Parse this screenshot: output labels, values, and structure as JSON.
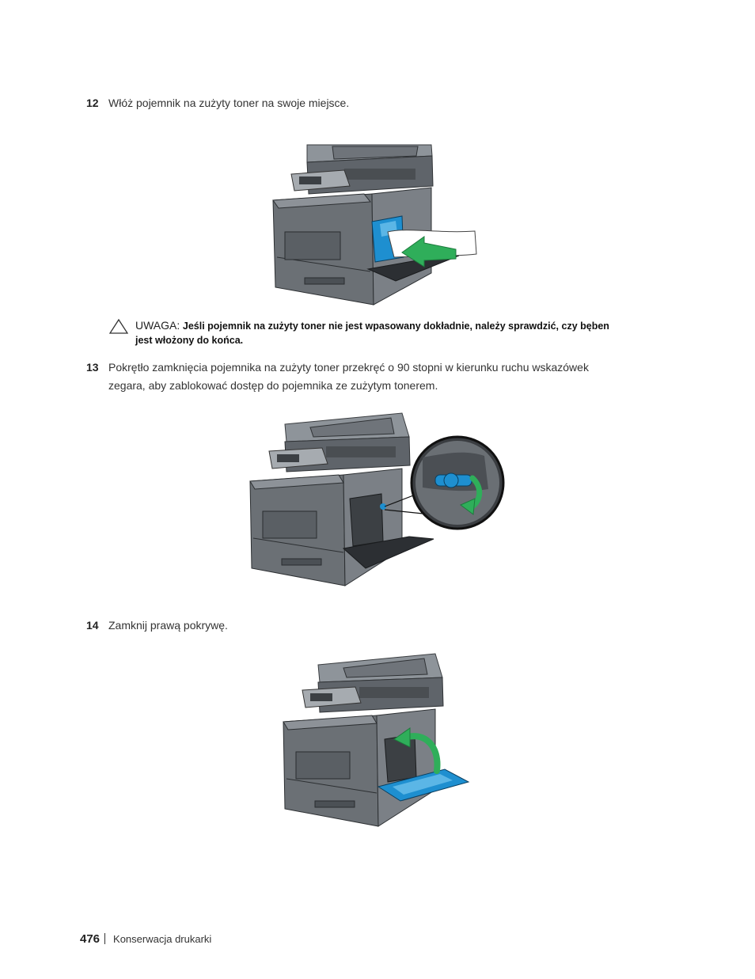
{
  "steps": [
    {
      "num": "12",
      "text": "Włóż pojemnik na zużyty toner na swoje miejsce."
    },
    {
      "num": "13",
      "text_line1": "Pokrętło zamknięcia pojemnika na zużyty toner przekręć o 90 stopni w kierunku ruchu wskazówek",
      "text_line2": "zegara, aby zablokować dostęp do pojemnika ze zużytym tonerem."
    },
    {
      "num": "14",
      "text": "Zamknij prawą pokrywę."
    }
  ],
  "note": {
    "label": "UWAGA:",
    "body_line1": "Jeśli pojemnik na zużyty toner nie jest wpasowany dokładnie, należy sprawdzić, czy bęben",
    "body_line2": "jest włożony do końca.",
    "icon": "caution-triangle-icon"
  },
  "footer": {
    "page_number": "476",
    "section": "Konserwacja drukarki"
  },
  "colors": {
    "accent_blue": "#1e8fd0",
    "arrow_green": "#2fae5a",
    "printer_dark": "#5e6268",
    "printer_light": "#9aa0a6"
  }
}
